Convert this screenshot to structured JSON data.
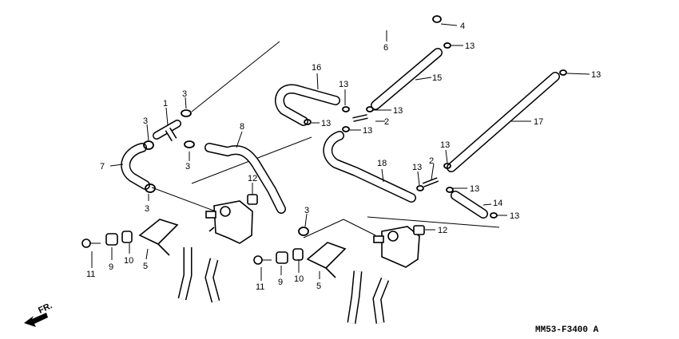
{
  "diagram": {
    "code": "MM53-F3400 A",
    "direction_label": "FR.",
    "callouts": [
      "1",
      "2",
      "3",
      "4",
      "5",
      "6",
      "7",
      "8",
      "9",
      "10",
      "11",
      "12",
      "13",
      "14",
      "15",
      "16",
      "17",
      "18"
    ]
  }
}
